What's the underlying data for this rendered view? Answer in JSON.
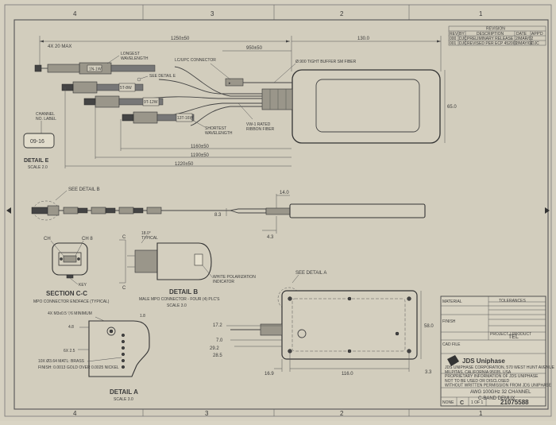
{
  "border": {
    "zones_top": [
      "4",
      "3",
      "2",
      "1"
    ],
    "zones_bottom": [
      "4",
      "3",
      "2",
      "1"
    ]
  },
  "revision_block": {
    "title": "REVISION",
    "headers": [
      "REV",
      "BY",
      "DESCRIPTION",
      "DATE",
      "APP'D"
    ],
    "rows": [
      [
        "000",
        "DJC",
        "PRELIMINARY RELEASE",
        "2/MAR/02",
        ""
      ],
      [
        "001",
        "DJC",
        "REVISED PER ECP 452001",
        "2/MAY/02",
        "DJC"
      ]
    ]
  },
  "top_view": {
    "dim_overall": "1250±50",
    "dim_connector": "950±50",
    "dim_module": "130.0",
    "dim_height": "65.0",
    "dim_1160": "1160±50",
    "dim_1190": "1190±50",
    "dim_1220": "1220±50",
    "dim_4x20": "4X 20 MAX",
    "label_longest": "LONGEST\nWAVELENGTH",
    "label_lcupc": "LC/UPC CONNECTOR",
    "label_fiber": "Ø.900 TIGHT BUFFER SM FIBER",
    "label_detail_e": "SEE DETAIL E",
    "label_shortest": "SHORTEST\nWAVELENGTH",
    "label_ribbon": "VW-1 RATED\nRIBBON FIBER",
    "connector_tags": [
      "1N-1W",
      "5T-8W",
      "9T-12W",
      "13T-16W"
    ]
  },
  "channel_label": {
    "callout": "CHANNEL\nNO. LABEL",
    "value": "09-16",
    "title": "DETAIL E",
    "scale": "SCALE  2.0"
  },
  "side_view": {
    "label_detail_b": "SEE DETAIL B",
    "dim_14": "14.0",
    "dim_83": "8.3",
    "dim_43": "4.3"
  },
  "section_cc": {
    "ch_left": "CH",
    "ch_right": "CH 8",
    "key": "KEY",
    "title": "SECTION C-C",
    "subtitle": "MPO CONNECTOR ENDFACE (TYPICAL)"
  },
  "detail_b": {
    "angle": "18.0°\nTYPICAL",
    "polarization": "WHITE POLARIZATION\nINDICATOR",
    "title": "DETAIL B",
    "desc": "MALE MPO CONNECTOR - FOUR (4) PLC'S",
    "scale": "SCALE  3.0",
    "section_mark": "C"
  },
  "detail_a": {
    "thread": "4X M3x0.5 ▽6 MINIMUM",
    "dim_48": "4.8",
    "dim_25": "6X 2.5",
    "dim_18": "1.8",
    "hole": "10X Ø3.64  MATL: BRASS",
    "finish": "FINISH:  0.0013 GOLD OVER 0.0025 NICKEL",
    "title": "DETAIL A",
    "scale": "SCALE  3.0"
  },
  "bottom_view": {
    "see_detail_a": "SEE DETAIL A",
    "dim_172": "17.2",
    "dim_70": "7.0",
    "dim_292": "29.2",
    "dim_285": "28.5",
    "dim_580": "58.0",
    "dim_169": "16.9",
    "dim_1160": "116.0",
    "dim_33": "3.3"
  },
  "title_block": {
    "material": "MATERIAL",
    "finish": "FINISH",
    "tolerances": "TOLERANCES",
    "project": "PROJECT / PRODUCT",
    "product": "TEL",
    "cad_file": "CAD FILE",
    "company": "JDS Uniphase",
    "company_address": "JDS UNIPHASE CORPORATION, 570 WEST HUNT AVENUE\nMILPITAS, CALIFORNIA 95035, USA",
    "proprietary": "PROPRIETARY INFORMATION OF JDS UNIPHASE\nNOT TO BE USED OR DISCLOSED\nWITHOUT WRITTEN PERMISSION FROM JDS UNIPHASE",
    "title_line1": "AWG 100GHz 32 CHANNEL",
    "title_line2": "C-BAND DEMUX",
    "scale_label": "NONE",
    "size": "C",
    "sheet": "1 OF 1",
    "drawing_no": "21075588"
  }
}
